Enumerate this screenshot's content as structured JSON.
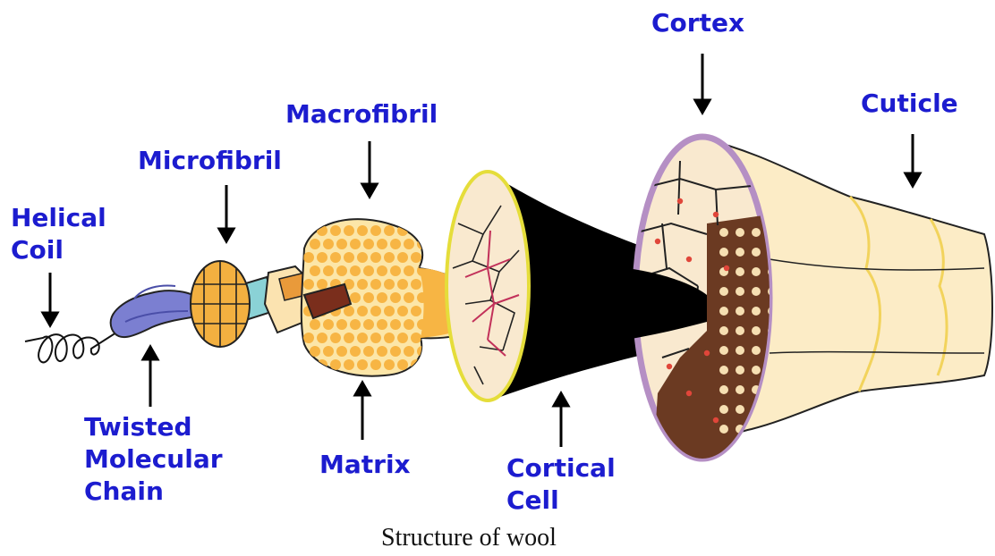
{
  "colors": {
    "label": "#1c1ccf",
    "matrix_fill": "#fce6a8",
    "dots": "#f7b544",
    "cuticle_fill": "#fcecc6",
    "cuticle_outline": "#f2d35c",
    "cortex_ring": "#b58fc4",
    "dark_cells": "#6b3a22",
    "cell_fill": "#f9e9cf",
    "coil_purple": "#7b7fd1"
  },
  "labels": {
    "helical_coil": [
      "Helical",
      "Coil"
    ],
    "microfibril": "Microfibril",
    "macrofibril": "Macrofibril",
    "cortex": "Cortex",
    "cuticle": "Cuticle",
    "twisted_molecular_chain": [
      "Twisted",
      "Molecular",
      "Chain"
    ],
    "matrix": "Matrix",
    "cortical_cell": [
      "Cortical",
      "Cell"
    ]
  },
  "caption": "Structure of wool"
}
